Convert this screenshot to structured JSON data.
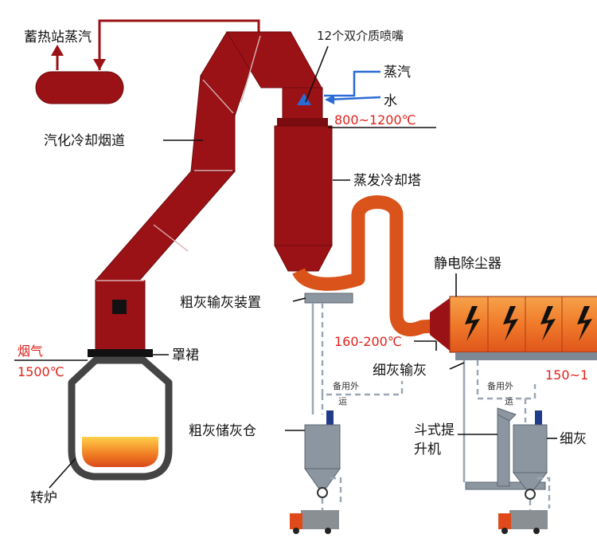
{
  "labels": {
    "steam_storage": "蓄热站蒸汽",
    "nozzles": "12个双介质喷嘴",
    "steam": "蒸汽",
    "water": "水",
    "temp_tower_inlet": "800~1200℃",
    "evap_flue": "汽化冷却烟道",
    "evap_tower": "蒸发冷却塔",
    "esp": "静电除尘器",
    "coarse_conveyor": "粗灰输灰装置",
    "temp_esp_inlet": "160-200℃",
    "flue_gas": "烟气",
    "flue_temp": "1500℃",
    "hood_skirt": "罩裙",
    "fine_conveyor": "细灰输灰",
    "temp_esp_outlet": "150~1",
    "backup_outer_left": "备用外",
    "backup_outer_left_2": "运",
    "backup_outer_right": "备用外",
    "backup_outer_right_2": "运",
    "coarse_silo": "粗灰储灰仓",
    "bucket_elevator_1": "斗式提",
    "bucket_elevator_2": "升机",
    "fine_silo": "细灰",
    "converter": "转炉"
  },
  "colors": {
    "duct_red": "#9b1216",
    "pipe_orange": "#d9531a",
    "esp_orange": "#f07a2a",
    "water_blue": "#2a6bd6",
    "temp_red": "#e0221c",
    "equipment_gray": "#8c96a0"
  }
}
